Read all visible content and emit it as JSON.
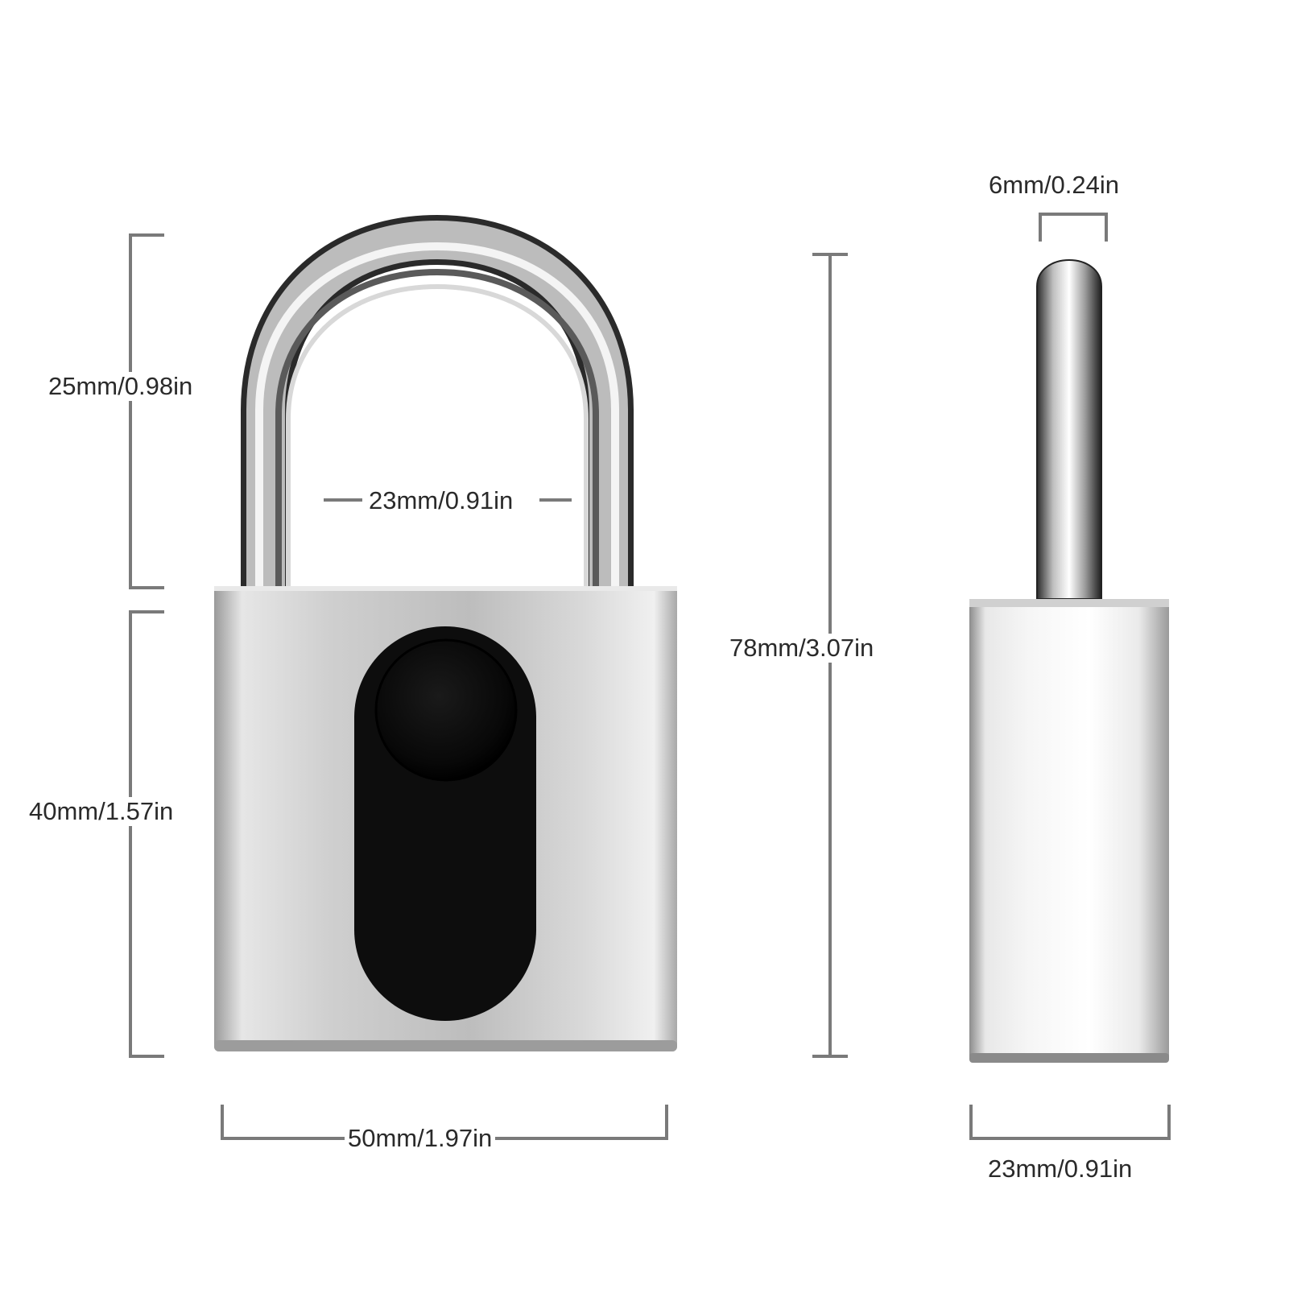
{
  "dimensions": {
    "shackle_height": "25mm/0.98in",
    "shackle_inner_width": "23mm/0.91in",
    "body_height": "40mm/1.57in",
    "body_width": "50mm/1.97in",
    "total_height": "78mm/3.07in",
    "shackle_diameter": "6mm/0.24in",
    "side_depth": "23mm/0.91in"
  },
  "colors": {
    "dimension_line": "#7a7a7a",
    "label_text": "#2a2a2a",
    "lock_body": "#c9c9c9",
    "shackle": "#b8b8b8",
    "sensor_panel": "#111111"
  },
  "icons": {
    "front_view": "padlock-front-icon",
    "side_view": "padlock-side-icon",
    "sensor": "fingerprint-sensor-icon"
  }
}
